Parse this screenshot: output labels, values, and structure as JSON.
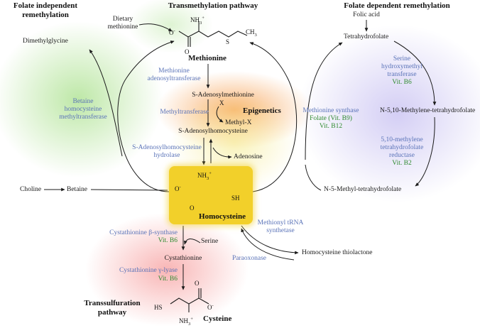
{
  "headers": {
    "folate_independent": [
      "Folate independent",
      "remethylation"
    ],
    "transmethylation": "Transmethylation pathway",
    "folate_dependent": "Folate dependent remethylation",
    "transsulfuration": [
      "Transsulfuration",
      "pathway"
    ]
  },
  "metabolites": {
    "dietary_methionine": [
      "Dietary",
      "methionine"
    ],
    "methionine": "Methionine",
    "sam": "S-Adenosylmethionine",
    "x": "X",
    "methyl_x": "Methyl-X",
    "sah": "S-Adenosylhomocysteine",
    "adenosine": "Adenosine",
    "homocysteine": "Homocysteine",
    "dimethylglycine": "Dimethylglycine",
    "choline": "Choline",
    "betaine": "Betaine",
    "folic_acid": "Folic acid",
    "thf": "Tetrahydrofolate",
    "methylene_thf": "N-5,10-Methylene-tetrahydrofolate",
    "methyl_thf": "N-5-Methyl-tetrahydrofolate",
    "serine": "Serine",
    "cystathionine": "Cystathionine",
    "cysteine": "Cysteine",
    "hcy_thiolactone": "Homocysteine thiolactone"
  },
  "labels": {
    "epigenetics": "Epigenetics"
  },
  "enzymes": {
    "mat": [
      "Methionine",
      "adenosyltransferase"
    ],
    "methyltransferase": "Methyltransferase",
    "sahh": [
      "S-Adenosylhomocysteine",
      "hydrolase"
    ],
    "bhmt": [
      "Betaine",
      "homocysteine",
      "methyltransferase"
    ],
    "ms": "Methionine synthase",
    "shmt": [
      "Serine",
      "hydroxymethyl",
      "transferase"
    ],
    "mthfr": [
      "5,10-methylene",
      "tetrahydrofolate",
      "reductase"
    ],
    "cbs": "Cystathionine β-synthase",
    "cgl": "Cystathionine γ-lyase",
    "metrs": [
      "Methionyl tRNA",
      "synthetase"
    ],
    "paraoxonase": "Paraoxonase"
  },
  "vitamins": {
    "ms_folate": "Folate (Vit. B9)",
    "ms_b12": "Vit. B12",
    "shmt_b6": "Vit. B6",
    "mthfr_b2": "Vit. B2",
    "cbs_b6": "Vit. B6",
    "cgl_b6": "Vit. B6"
  },
  "chem": {
    "nh3_plus": "NH3+",
    "o_minus": "O-",
    "o": "O",
    "s": "S",
    "ch3": "CH3",
    "sh": "SH",
    "hs": "HS",
    "nh3_plus_cys": "NH3+"
  },
  "colors": {
    "enzyme_text": "#5a73b8",
    "vitamin_text": "#2f8a2f",
    "homocysteine_box": "#f2d02a",
    "glow_green": "#a8e08a",
    "glow_orange": "#f7a55a",
    "glow_purple": "#c9c2f2",
    "glow_red": "#f7a3a3",
    "glow_yellow": "#f5ea8a"
  }
}
